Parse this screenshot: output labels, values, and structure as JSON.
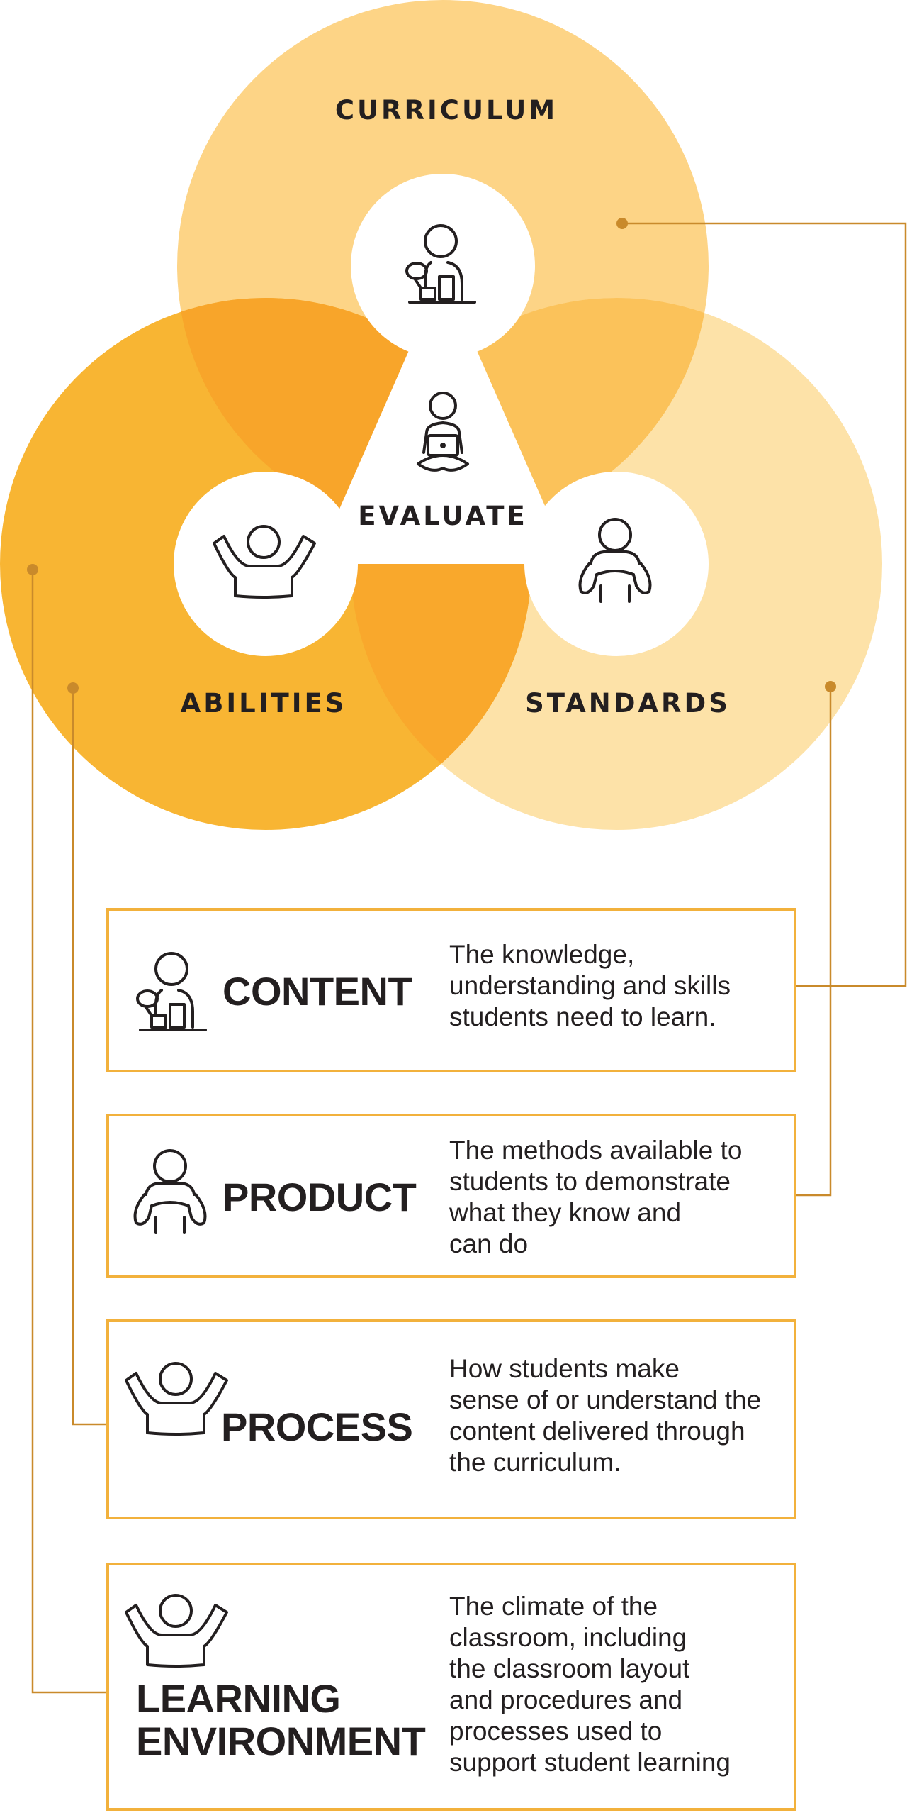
{
  "venn": {
    "top_label": "CURRICULUM",
    "left_label": "ABILITIES",
    "right_label": "STANDARDS",
    "center_label": "EVALUATE",
    "colors": {
      "curriculum": "#fdd486",
      "abilities": "#f8b533",
      "standards": "#fde2a8",
      "overlap_top_left": "#f8a52a",
      "overlap_top_right": "#fbc25a",
      "overlap_bottom": "#f9a82c",
      "connector": "#c98a2b",
      "border": "#f2b13c"
    }
  },
  "cards": [
    {
      "term": "CONTENT",
      "icon": "student-with-blocks-icon",
      "description": "The knowledge,\nunderstanding and skills\nstudents need to learn."
    },
    {
      "term": "PRODUCT",
      "icon": "student-with-backpack-icon",
      "description": "The methods available to\nstudents to demonstrate\nwhat they know and\ncan do"
    },
    {
      "term": "PROCESS",
      "icon": "student-arms-raised-icon",
      "description": "How students make\nsense of or understand the\ncontent delivered through\nthe curriculum."
    },
    {
      "term_line1": "LEARNING",
      "term_line2": "ENVIRONMENT",
      "icon": "student-arms-raised-icon",
      "description": "The climate of the\nclassroom, including\nthe classroom layout\nand procedures and\nprocesses used to\nsupport student learning"
    }
  ]
}
